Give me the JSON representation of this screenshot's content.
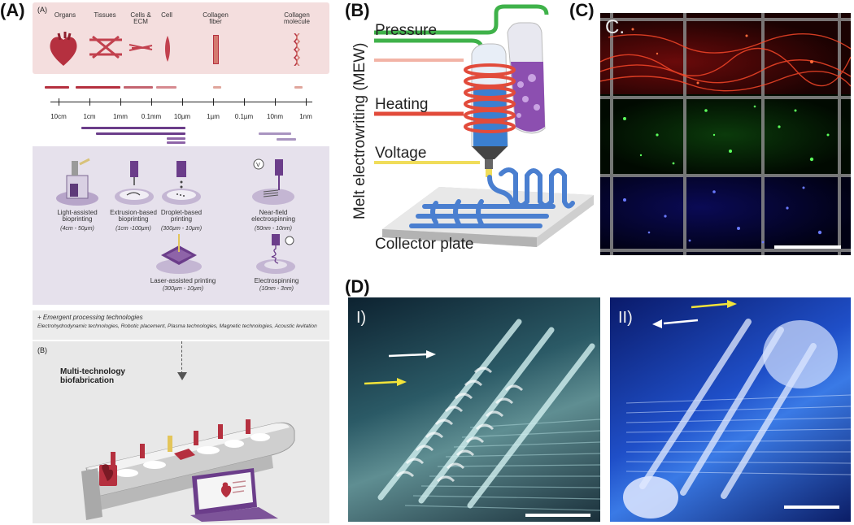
{
  "panelA": {
    "letter": "(A)",
    "sub_a": "(A)",
    "sub_b": "(B)",
    "hierarchy": [
      {
        "label": "Organs"
      },
      {
        "label": "Tissues"
      },
      {
        "label": "Cells &\nECM"
      },
      {
        "label": "Cell"
      },
      {
        "label": "Collagen\nfiber"
      },
      {
        "label": "Collagen\nmolecule"
      }
    ],
    "scale_ticks": [
      "10cm",
      "1cm",
      "1mm",
      "0.1mm",
      "10µm",
      "1µm",
      "0.1µm",
      "10nm",
      "1nm"
    ],
    "methods": [
      {
        "name": "Light-assisted\nbioprinting",
        "range": "(4cm - 50µm)"
      },
      {
        "name": "Extrusion-based\nbioprinting",
        "range": "(1cm -100µm)"
      },
      {
        "name": "Droplet-based\nprinting",
        "range": "(300µm - 10µm)"
      },
      {
        "name": "Near-field\nelectrospinning",
        "range": "(50nm - 10nm)"
      },
      {
        "name": "Laser-assisted printing",
        "range": "(300µm - 10µm)"
      },
      {
        "name": "Electrospinning",
        "range": "(10nm - 3nm)"
      }
    ],
    "emergent_title": "+ Emergent processing technologies",
    "emergent_list": "Electrohydrodynamic technologies, Robotic placement, Plasma technologies, Magnetic technologies, Acoustic levitation",
    "multi_title": "Multi-technology\nbiofabrication"
  },
  "panelB": {
    "letter": "(B)",
    "vertical_label": "Melt electrowriting (MEW)",
    "labels": {
      "pressure": "Pressure",
      "heating": "Heating",
      "voltage": "Voltage",
      "collector": "Collector plate"
    }
  },
  "panelC": {
    "letter": "(C)",
    "inner_letter": "C."
  },
  "panelD": {
    "letter": "(D)",
    "sub1": "I)",
    "sub2": "II)"
  },
  "colors": {
    "tissue_red": "#b5303f",
    "method_purple": "#6b3d8a",
    "panel_pink": "#f4dede",
    "panel_lavender": "#e6e1ec",
    "panel_gray": "#ececec"
  }
}
